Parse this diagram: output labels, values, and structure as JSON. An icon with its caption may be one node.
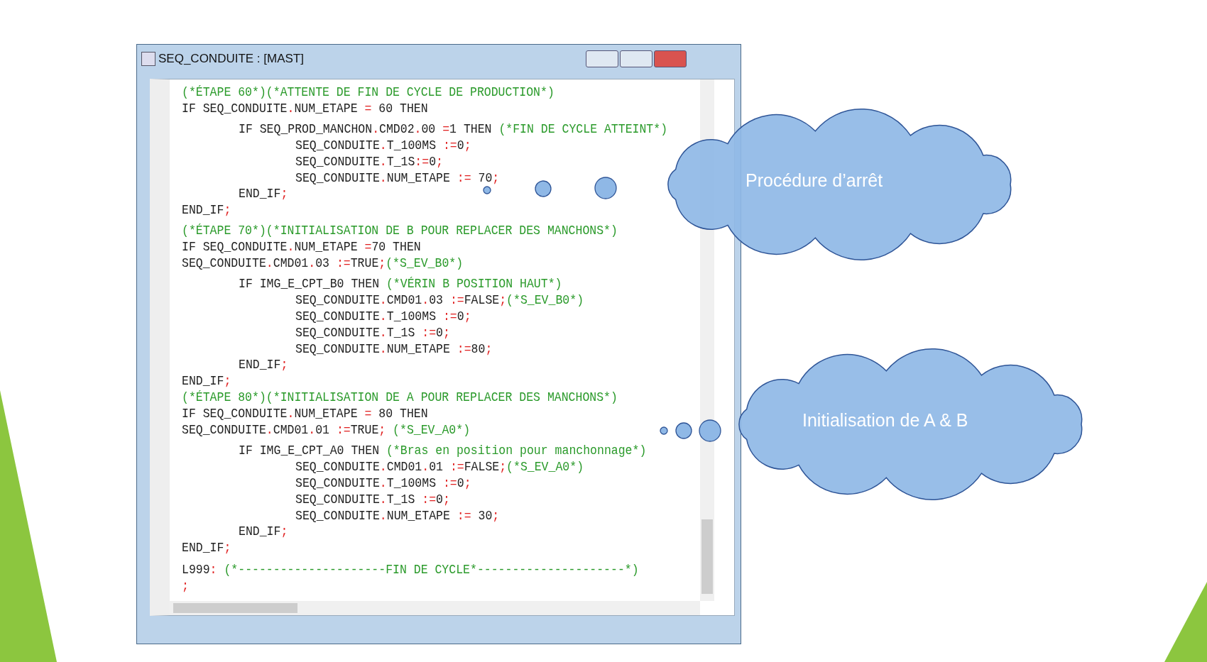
{
  "diagram": {
    "nodes": [
      {
        "text": [
          "SEQ_CONDUITE : [MAST]"
        ]
      },
      {
        "text": [
          "Procédure d’arrêt"
        ]
      },
      {
        "text": [
          "Initialisation de A & B"
        ]
      }
    ],
    "labels": [
      "(*ÉTAPE 60*)(*ATTENTE DE FIN DE CYCLE DE PRODUCTION*)",
      "IF SEQ_CONDUITE.NUM_ETAPE = 60 THEN",
      "IF SEQ_PROD_MANCHON.CMD02.00 =1 THEN (*FIN DE CYCLE ATTEINT*)",
      "SEQ_CONDUITE.T_100MS :=0;",
      "SEQ_CONDUITE.T_1S:=0;",
      "SEQ_CONDUITE.NUM_ETAPE := 70;",
      "END_IF;",
      "END_IF;",
      "(*ÉTAPE 70*)(*INITIALISATION DE B POUR REPLACER DES MANCHONS*)",
      "IF SEQ_CONDUITE.NUM_ETAPE =70 THEN",
      "SEQ_CONDUITE.CMD01.03 :=TRUE;(*S_EV_B0*)",
      "IF IMG_E_CPT_B0 THEN (*VÉRIN B POSITION HAUT*)",
      "SEQ_CONDUITE.CMD01.03 :=FALSE;(*S_EV_B0*)",
      "SEQ_CONDUITE.T_100MS :=0;",
      "SEQ_CONDUITE.T_1S :=0;",
      "SEQ_CONDUITE.NUM_ETAPE :=80;",
      "END_IF;",
      "END_IF;",
      "(*ÉTAPE 80*)(*INITIALISATION DE A POUR REPLACER DES MANCHONS*)",
      "IF SEQ_CONDUITE.NUM_ETAPE = 80 THEN",
      "SEQ_CONDUITE.CMD01.01 :=TRUE; (*S_EV_A0*)",
      "IF IMG_E_CPT_A0 THEN (*Bras en position pour manchonnage*)",
      "SEQ_CONDUITE.CMD01.01 :=FALSE;(*S_EV_A0*)",
      "SEQ_CONDUITE.T_100MS :=0;",
      "SEQ_CONDUITE.T_1S :=0;",
      "SEQ_CONDUITE.NUM_ETAPE := 30;",
      "END_IF;",
      "END_IF;",
      "L999: (*---------------------FIN DE CYCLE*---------------------*)",
      ";"
    ]
  }
}
